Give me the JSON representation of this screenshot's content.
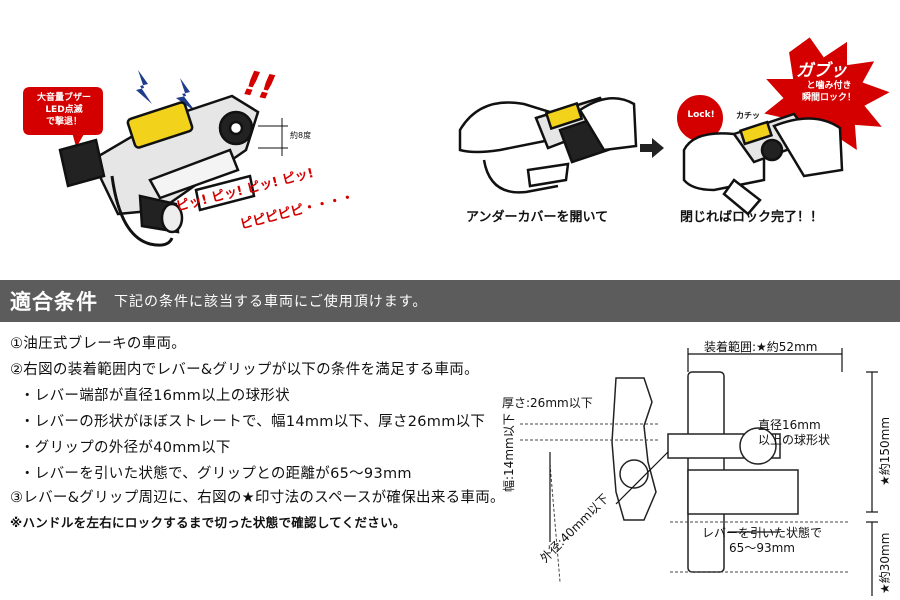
{
  "illustration1": {
    "speech_text": "大音量ブザー\nLED点滅\nで撃退！",
    "dim_label": "約8度",
    "exclaim": "!!",
    "beep_line1": "ピッ! ピッ! ピッ! ピッ!",
    "beep_line2": "ピピピピピ・・・・"
  },
  "illustration2": {
    "caption": "アンダーカバーを開いて"
  },
  "illustration3": {
    "caption": "閉じればロック完了！！",
    "lock_badge": "Lock!",
    "click_sound": "カチッ",
    "burst_big": "ガブッ",
    "burst_small": "と噛み付き\n瞬間ロック！"
  },
  "section": {
    "title": "適合条件",
    "subtitle": "下記の条件に該当する車両にご使用頂けます。"
  },
  "conditions": [
    "①油圧式ブレーキの車両。",
    "②右図の装着範囲内でレバー&グリップが以下の条件を満足する車両。",
    "・レバー端部が直径16mm以上の球形状",
    "・レバーの形状がほぼストレートで、幅14mm以下、厚さ26mm以下",
    "・グリップの外径が40mm以下",
    "・レバーを引いた状態で、グリップとの距離が65〜93mm",
    "③レバー&グリップ周辺に、右図の★印寸法のスペースが確保出来る車両。",
    "※ハンドルを左右にロックするまで切った状態で確認してください。"
  ],
  "diagram": {
    "install_range": "装着範囲:★約52mm",
    "thickness": "厚さ:26mm以下",
    "width": "幅:14mm以下",
    "outer_diameter": "外径:40mm以下",
    "ball": "直径16mm\n以上の球形状",
    "lever_distance": "レバーを引いた状態で\n65〜93mm",
    "height_150": "★約150mm",
    "height_30": "★約30mm"
  },
  "colors": {
    "banner": "#5c5c5c",
    "accent_red": "#d40000",
    "yellow": "#f2d21a"
  }
}
